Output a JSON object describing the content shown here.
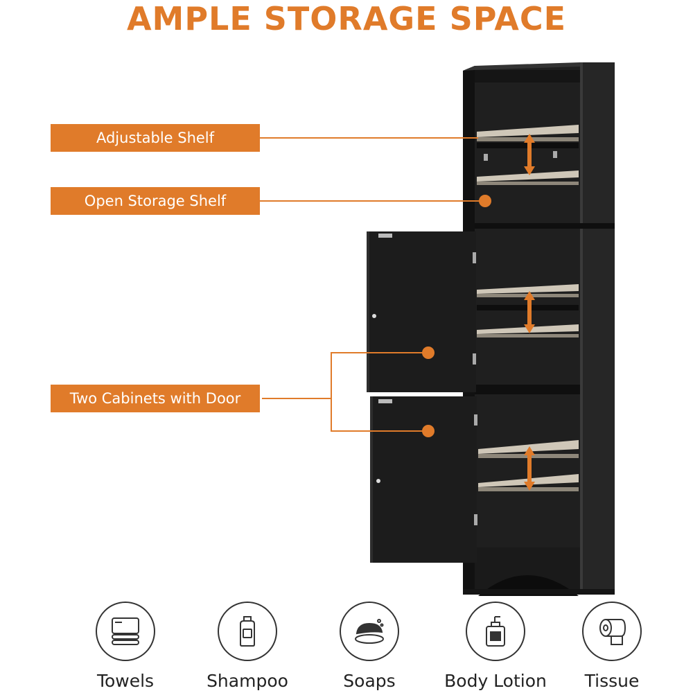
{
  "title": "AMPLE STORAGE SPACE",
  "labels": {
    "adjustable_shelf": "Adjustable Shelf",
    "open_storage_shelf": "Open Storage Shelf",
    "two_cabinets": "Two Cabinets with Door"
  },
  "features": [
    {
      "label": "Towels",
      "icon": "towels-icon"
    },
    {
      "label": "Shampoo",
      "icon": "shampoo-icon"
    },
    {
      "label": "Soaps",
      "icon": "soaps-icon"
    },
    {
      "label": "Body Lotion",
      "icon": "body-lotion-icon"
    },
    {
      "label": "Tissue",
      "icon": "tissue-icon"
    }
  ],
  "colors": {
    "accent": "#E07B2A",
    "cabinet": "#1c1c1c",
    "shelf": "#cfc7b8"
  }
}
